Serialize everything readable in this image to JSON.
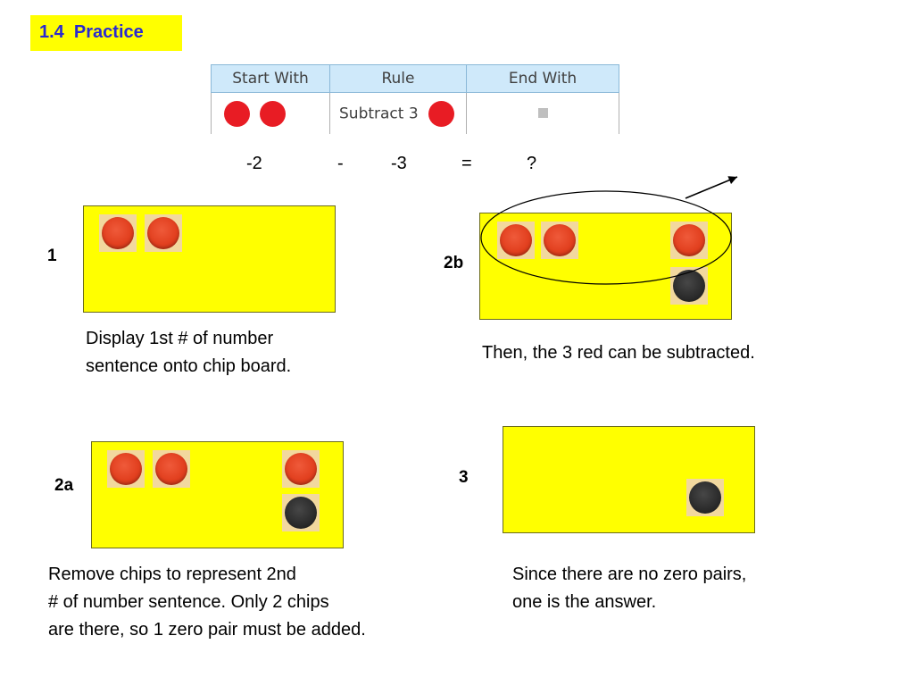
{
  "title": "1.4  Practice",
  "table": {
    "headers": [
      "Start With",
      "Rule",
      "End With"
    ],
    "rule_text": "Subtract 3"
  },
  "equation": {
    "a": "-2",
    "op": "-",
    "b": "-3",
    "eq": "=",
    "result": "?"
  },
  "steps": {
    "s1": {
      "label": "1",
      "caption_lines": [
        "Display 1st # of number",
        "sentence onto chip board."
      ]
    },
    "s2a": {
      "label": "2a",
      "caption_lines": [
        "Remove chips to represent 2nd",
        "# of number sentence. Only 2 chips",
        "are there, so 1 zero pair must be added."
      ]
    },
    "s2b": {
      "label": "2b",
      "caption_lines": [
        "Then, the 3 red can be subtracted."
      ]
    },
    "s3": {
      "label": "3",
      "caption_lines": [
        "Since there are no zero pairs,",
        "one is the answer."
      ]
    }
  },
  "colors": {
    "title_text": "#2a2ad0",
    "title_bg": "#ffff00",
    "board": "#ffff00",
    "chip_red": "#e2401f",
    "chip_black": "#2b2b2b"
  }
}
